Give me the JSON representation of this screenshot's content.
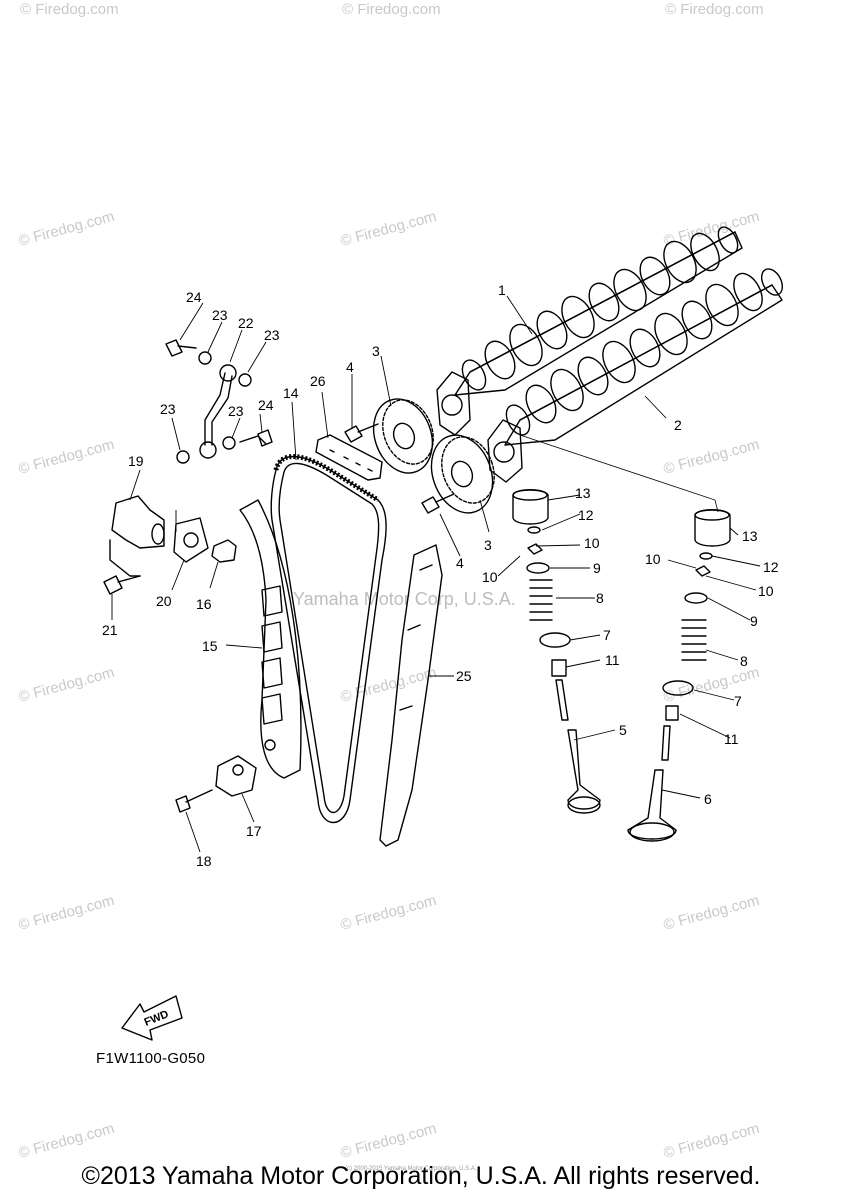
{
  "watermark": {
    "text": "© Firedog.com",
    "center_text": "Yamaha Motor Corp, U.S.A.",
    "tiny_text": "(c) 2000-2015 Yamaha Motor Corporation, U.S.A."
  },
  "fwd_label": "FWD",
  "figure_code": "F1W1100-G050",
  "copyright": "©2013 Yamaha Motor Corporation, U.S.A. All rights reserved.",
  "callouts": [
    "1",
    "2",
    "3",
    "3",
    "4",
    "4",
    "5",
    "6",
    "7",
    "7",
    "8",
    "8",
    "9",
    "9",
    "10",
    "10",
    "10",
    "10",
    "11",
    "11",
    "12",
    "12",
    "13",
    "13",
    "14",
    "15",
    "16",
    "17",
    "18",
    "19",
    "20",
    "21",
    "22",
    "23",
    "23",
    "23",
    "23",
    "24",
    "24",
    "25",
    "26"
  ]
}
